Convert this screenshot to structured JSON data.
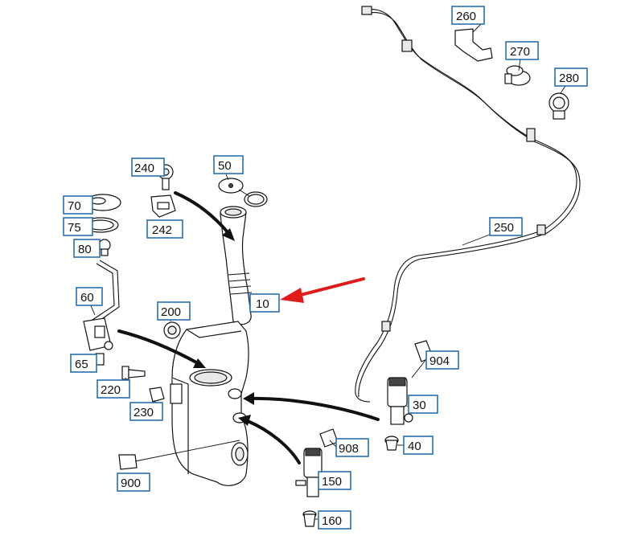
{
  "labels": [
    {
      "id": "260",
      "text": "260"
    },
    {
      "id": "270",
      "text": "270"
    },
    {
      "id": "280",
      "text": "280"
    },
    {
      "id": "250",
      "text": "250"
    },
    {
      "id": "240",
      "text": "240"
    },
    {
      "id": "50",
      "text": "50"
    },
    {
      "id": "242",
      "text": "242"
    },
    {
      "id": "70",
      "text": "70"
    },
    {
      "id": "75",
      "text": "75"
    },
    {
      "id": "80",
      "text": "80"
    },
    {
      "id": "60",
      "text": "60"
    },
    {
      "id": "10",
      "text": "10"
    },
    {
      "id": "200",
      "text": "200"
    },
    {
      "id": "65",
      "text": "65"
    },
    {
      "id": "220",
      "text": "220"
    },
    {
      "id": "230",
      "text": "230"
    },
    {
      "id": "904",
      "text": "904"
    },
    {
      "id": "30",
      "text": "30"
    },
    {
      "id": "40",
      "text": "40"
    },
    {
      "id": "908",
      "text": "908"
    },
    {
      "id": "900",
      "text": "900"
    },
    {
      "id": "150",
      "text": "150"
    },
    {
      "id": "160",
      "text": "160"
    }
  ],
  "colors": {
    "label_border": "#2a6fb0",
    "highlight_arrow": "#e01b1b",
    "line": "#111111"
  }
}
